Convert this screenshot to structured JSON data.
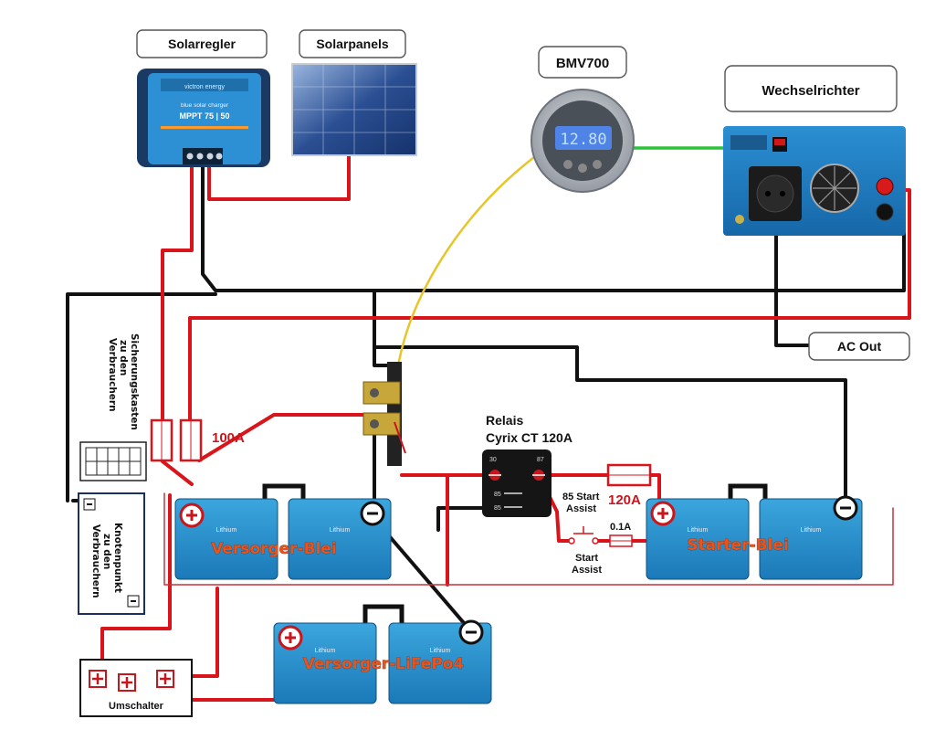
{
  "labels": {
    "solarregler": "Solarregler",
    "solarpanels": "Solarpanels",
    "bmv": "BMV700",
    "wechselrichter": "Wechselrichter",
    "ac_out": "AC Out",
    "relais_line1": "Relais",
    "relais_line2": "Cyrix CT 120A",
    "fuse_100": "100A",
    "fuse_120": "120A",
    "fuse_01": "0.1A",
    "start_assist_top_1": "85 Start",
    "start_assist_top_2": "Assist",
    "start_assist_bot_1": "Start",
    "start_assist_bot_2": "Assist",
    "umschalter": "Umschalter",
    "sicherung_1": "Sicherungskasten",
    "sicherung_2": "zu den",
    "sicherung_3": "Verbrauchern",
    "knoten_1": "Knotenpunkt",
    "knoten_2": "zu den",
    "knoten_3": "Verbrauchern",
    "versorger_blei": "Versorger-Blei",
    "starter_blei": "Starter-Blei",
    "versorger_lifepo4": "Versorger-LiFePo4",
    "relay_pin_30": "30",
    "relay_pin_87": "87",
    "relay_pin_85a": "85",
    "relay_pin_85b": "85",
    "controller_line1": "blue solar charger",
    "controller_line2": "MPPT 75 | 50",
    "bmv_display": "12.80",
    "battery_text": "Lithium",
    "brand": "victron energy"
  },
  "colors": {
    "wire_positive": "#d9141b",
    "wire_negative": "#111111",
    "wire_data_yellow": "#e6c62a",
    "wire_data_green": "#2cc23a",
    "victron_blue": "#1f86c9",
    "panel_blue": "#2a4d8f"
  },
  "icons": {
    "plus": "plus-terminal-icon",
    "minus": "minus-terminal-icon"
  }
}
